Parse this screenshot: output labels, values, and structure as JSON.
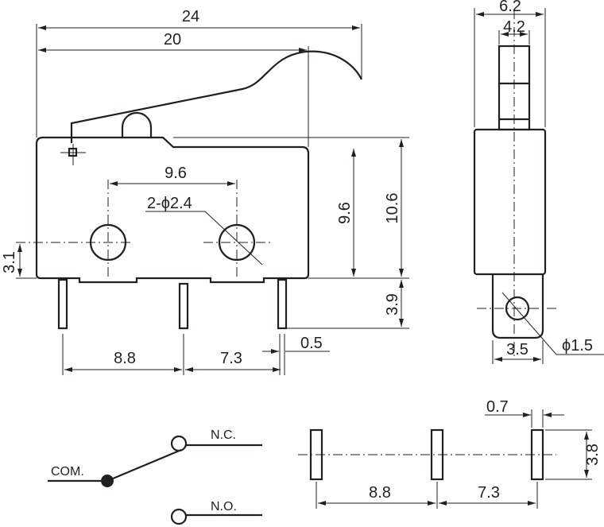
{
  "front_view": {
    "dim_overall_length": "24",
    "dim_body_length": "20",
    "dim_hole_spacing": "9.6",
    "dim_hole_diameter": "2-ϕ2.4",
    "dim_body_height_short": "9.6",
    "dim_body_height": "10.6",
    "dim_hole_height": "3.1",
    "dim_pin_length": "3.9",
    "dim_pin_spacing_1": "8.8",
    "dim_pin_spacing_2": "7.3",
    "dim_pin_thickness": "0.5"
  },
  "side_view": {
    "dim_body_width": "6.2",
    "dim_actuator_width": "4.2",
    "dim_tab_width": "3.5",
    "dim_tab_hole": "ϕ1.5"
  },
  "schematic": {
    "nc_label": "N.C.",
    "com_label": "COM.",
    "no_label": "N.O."
  },
  "footprint": {
    "dim_pad_width": "0.7",
    "dim_pad_length": "3.8",
    "dim_spacing_1": "8.8",
    "dim_spacing_2": "7.3"
  },
  "colors": {
    "ink": "#231f20"
  }
}
